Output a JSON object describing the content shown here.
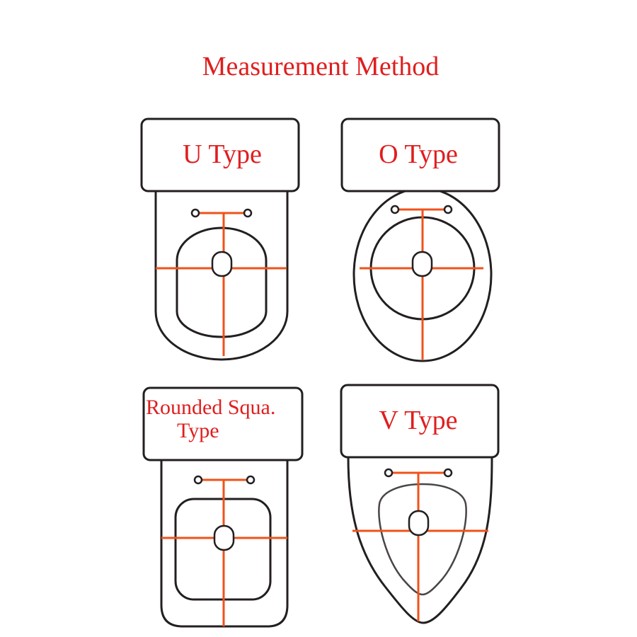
{
  "title": "Measurement Method",
  "types": [
    {
      "id": "u",
      "label": "U Type"
    },
    {
      "id": "o",
      "label": "O Type"
    },
    {
      "id": "rounded-square",
      "label_line1": "Rounded Squa.",
      "label_line2": "Type"
    },
    {
      "id": "v",
      "label": "V Type"
    }
  ],
  "colors": {
    "title_text": "#e01e1e",
    "label_text": "#e01e1e",
    "measurement_lines": "#f0521a",
    "outline": "#231f20",
    "background": "#ffffff"
  }
}
